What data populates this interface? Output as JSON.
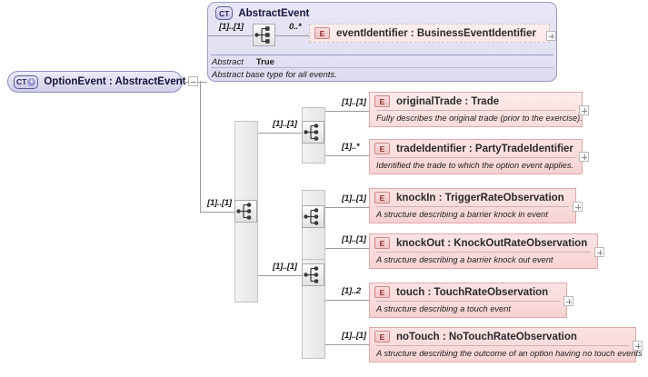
{
  "diagram": {
    "kind": "xsd-schema-diagram",
    "root": {
      "badge": "CT",
      "badge_plus": "+",
      "label": "OptionEvent : AbstractEvent",
      "toggle": "minus"
    },
    "complex_type": {
      "badge": "CT",
      "name": "AbstractEvent",
      "attribute_key": "Abstract",
      "attribute_value": "True",
      "description": "Abstract base type for all events.",
      "compositor": "sequence-icon",
      "incoming_cardinality": "[1]..[1]",
      "child_cardinality": "0..*",
      "child": {
        "badge": "E",
        "label": "eventIdentifier : BusinessEventIdentifier",
        "optional": true,
        "expand": "+"
      }
    },
    "main_choice": {
      "compositor": "choice-icon",
      "incoming_cardinality": "[1]..[1]",
      "branch_cardinalities": [
        "[1]..[1]",
        "[1]..[1]"
      ]
    },
    "groups": [
      {
        "compositor": "choice-icon",
        "elements": [
          {
            "cardinality": "[1]..[1]",
            "badge": "E",
            "label": "originalTrade : Trade",
            "description": "Fully describes the original trade (prior to the exercise).",
            "expand": "+"
          },
          {
            "cardinality": "[1]..*",
            "badge": "E",
            "label": "tradeIdentifier : PartyTradeIdentifier",
            "description": "Identified the trade to which the option event applies.",
            "expand": "+"
          }
        ]
      },
      {
        "compositor": "choice-icon",
        "elements": [
          {
            "cardinality": "[1]..[1]",
            "badge": "E",
            "label": "knockIn   : TriggerRateObservation",
            "description": "A structure describing a barrier knock in event",
            "expand": "+"
          },
          {
            "cardinality": "[1]..[1]",
            "badge": "E",
            "label": "knockOut : KnockOutRateObservation",
            "description": "A structure describing a barrier knock out event",
            "expand": "+"
          }
        ]
      },
      {
        "compositor": "choice-icon",
        "elements": [
          {
            "cardinality": "[1]..2",
            "badge": "E",
            "label": "touch       : TouchRateObservation",
            "description": "A structure describing a touch event",
            "expand": "+"
          },
          {
            "cardinality": "[1]..[1]",
            "badge": "E",
            "label": "noTouch : NoTouchRateObservation",
            "description": "A structure describing the outcome of an option having no touch events",
            "expand": "+"
          }
        ]
      }
    ],
    "colors": {
      "element_fill": "#f9dada",
      "element_border": "#e0a9a9",
      "complextype_fill": "#e2e1f2",
      "complextype_border": "#9a9ac4",
      "line": "#9a9a9a"
    }
  }
}
